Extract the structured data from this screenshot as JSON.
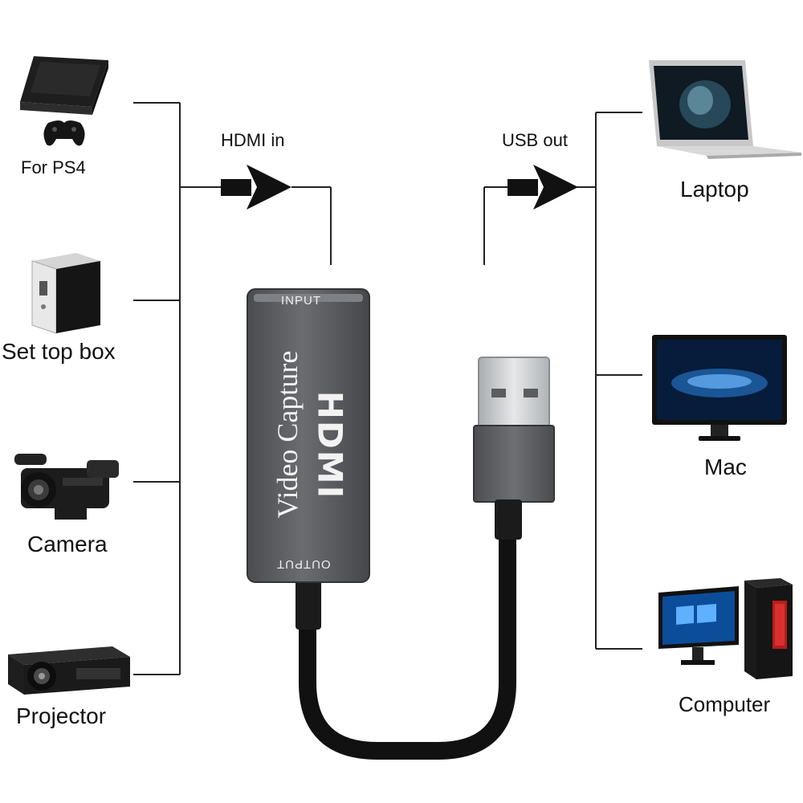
{
  "inputs": {
    "arrow_label": "HDMI in",
    "devices": [
      {
        "icon": "ps4-console-icon",
        "label": "For PS4"
      },
      {
        "icon": "set-top-box-icon",
        "label": "Set top box"
      },
      {
        "icon": "video-camera-icon",
        "label": "Camera"
      },
      {
        "icon": "projector-icon",
        "label": "Projector"
      }
    ]
  },
  "outputs": {
    "arrow_label": "USB out",
    "devices": [
      {
        "icon": "laptop-icon",
        "label": "Laptop"
      },
      {
        "icon": "monitor-icon",
        "label": "Mac"
      },
      {
        "icon": "desktop-computer-icon",
        "label": "Computer"
      }
    ]
  },
  "capture_device": {
    "icon": "hdmi-capture-dongle-icon",
    "input_label": "INPUT",
    "output_label": "OUTPUT",
    "product_text": "Video Capture",
    "logo_text": "HDMI",
    "usb_connector_icon": "usb-a-connector-icon"
  },
  "colors": {
    "line": "#222222",
    "device_body": "#5b5d60",
    "device_dark": "#3a3c3f",
    "cable": "#111111",
    "usb_metal": "#cfd2d4"
  }
}
